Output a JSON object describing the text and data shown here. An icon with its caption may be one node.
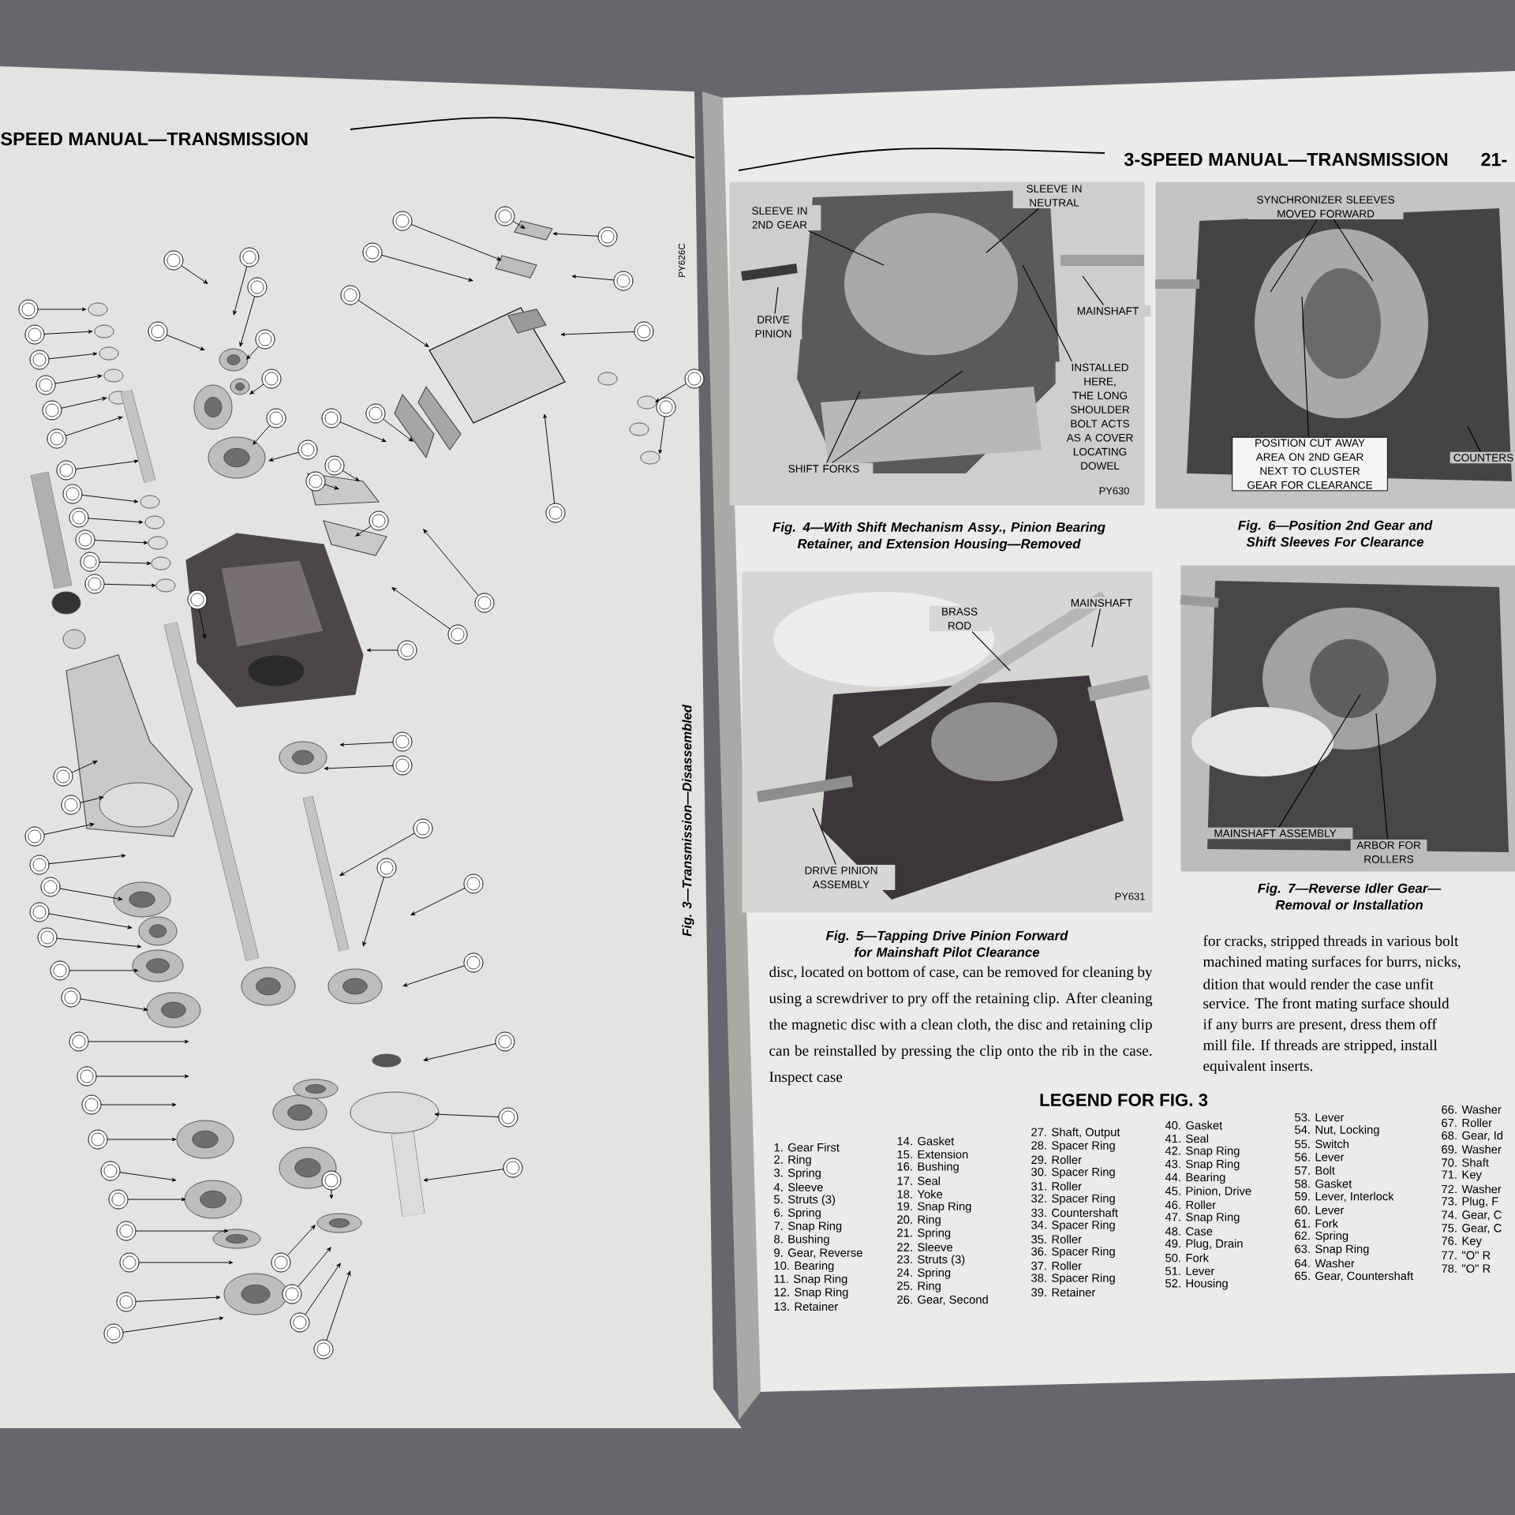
{
  "diagram": {
    "nodes": [
      {
        "text": [],
        "shape": "picture",
        "beside": [
          "Fig. 4—With Shift Mechanism Assy., Pinion Bearing Retainer, and Extension Housing—Removed"
        ]
      },
      {
        "text": [
          "SLEEVE IN 2ND GEAR"
        ],
        "in": 0
      },
      {
        "text": [
          "SLEEVE IN NEUTRAL"
        ],
        "in": 0
      },
      {
        "text": [
          "DRIVE PINION"
        ],
        "in": 0
      },
      {
        "text": [
          "MAINSHAFT"
        ],
        "in": 0
      },
      {
        "text": [
          "INSTALLED HERE, THE LONG SHOULDER BOLT ACTS AS A COVER LOCATING DOWEL"
        ],
        "in": 0
      },
      {
        "text": [
          "SHIFT FORKS"
        ],
        "in": 0
      },
      {
        "text": [],
        "shape": "picture",
        "beside": [
          "Fig. 6—Position 2nd Gear and Shift Sleeves For Clearance"
        ]
      },
      {
        "text": [
          "SYNCHRONIZER SLEEVES MOVED FORWARD"
        ],
        "in": 7
      },
      {
        "text": [
          "POSITION CUT AWAY AREA ON 2ND GEAR NEXT TO CLUSTER GEAR FOR CLEARANCE"
        ],
        "in": 7
      },
      {
        "text": [
          "COUNTERS"
        ],
        "in": 7
      },
      {
        "text": [],
        "shape": "picture",
        "beside": [
          "Fig. 5—Tapping Drive Pinion Forward for Mainshaft Pilot Clearance"
        ]
      },
      {
        "text": [
          "BRASS ROD"
        ],
        "in": 11
      },
      {
        "text": [
          "MAINSHAFT"
        ],
        "in": 11
      },
      {
        "text": [
          "DRIVE PINION ASSEMBLY"
        ],
        "in": 11
      },
      {
        "text": [],
        "shape": "picture",
        "beside": [
          "Fig. 7—Reverse Idler Gear—Removal or Installation"
        ]
      },
      {
        "text": [
          "MAINSHAFT ASSEMBLY"
        ],
        "in": 15
      },
      {
        "text": [
          "ARBOR FOR ROLLERS"
        ],
        "in": 15
      }
    ],
    "edges": [
      {
        "from": 1,
        "to": null,
        "arrow": "none"
      },
      {
        "from": 2,
        "to": null,
        "arrow": "none"
      },
      {
        "from": 3,
        "to": null,
        "arrow": "none"
      },
      {
        "from": 4,
        "to": null,
        "arrow": "none"
      },
      {
        "from": 5,
        "to": null,
        "arrow": "none"
      },
      {
        "from": 6,
        "to": null,
        "arrow": "none"
      },
      {
        "from": 6,
        "to": null,
        "arrow": "none"
      },
      {
        "from": 8,
        "to": null,
        "arrow": "none"
      },
      {
        "from": 8,
        "to": null,
        "arrow": "none"
      },
      {
        "from": 9,
        "to": null,
        "arrow": "none"
      },
      {
        "from": 10,
        "to": null,
        "arrow": "none"
      },
      {
        "from": 12,
        "to": null,
        "arrow": "none"
      },
      {
        "from": 13,
        "to": null,
        "arrow": "none"
      },
      {
        "from": 14,
        "to": null,
        "arrow": "none"
      },
      {
        "from": 16,
        "to": null,
        "arrow": "none"
      },
      {
        "from": 17,
        "to": null,
        "arrow": "none"
      }
    ],
    "labels": [
      "SPEED MANUAL—TRANSMISSION",
      "3-SPEED MANUAL—TRANSMISSION",
      "21-",
      "PY626C",
      "PY630",
      "Fig. 3—Transmission—Disassembled",
      "PY631",
      "disc, located on bottom of case, can be removed for cleaning by using a screwdriver to pry off the retaining clip. After cleaning the magnetic disc with a clean cloth, the disc and retaining clip can be reinstalled by pressing the clip onto the rib in the case. Inspect case",
      "for cracks, stripped threads in various bolt",
      "machined mating surfaces for burrs, nicks,",
      "dition that would render the case unfit",
      "service. The front mating surface should",
      "if any burrs are present, dress them off",
      "mill file. If threads are stripped, install",
      "equivalent inserts.",
      "LEGEND FOR FIG. 3",
      "1. Gear First",
      "2. Ring",
      "3. Spring",
      "4. Sleeve",
      "5. Struts (3)",
      "6. Spring",
      "7. Snap Ring",
      "8. Bushing",
      "9. Gear, Reverse",
      "10. Bearing",
      "11. Snap Ring",
      "12. Snap Ring",
      "13. Retainer",
      "14. Gasket",
      "15. Extension",
      "16. Bushing",
      "17. Seal",
      "18. Yoke",
      "19. Snap Ring",
      "20. Ring",
      "21. Spring",
      "22. Sleeve",
      "23. Struts (3)",
      "24. Spring",
      "25. Ring",
      "26. Gear, Second",
      "27. Shaft, Output",
      "28. Spacer Ring",
      "29. Roller",
      "30. Spacer Ring",
      "31. Roller",
      "32. Spacer Ring",
      "33. Countershaft",
      "34. Spacer Ring",
      "35. Roller",
      "36. Spacer Ring",
      "37. Roller",
      "38. Spacer Ring",
      "39. Retainer",
      "40. Gasket",
      "41. Seal",
      "42. Snap Ring",
      "43. Snap Ring",
      "44. Bearing",
      "45. Pinion, Drive",
      "46. Roller",
      "47. Snap Ring",
      "48. Case",
      "49. Plug, Drain",
      "50. Fork",
      "51. Lever",
      "52. Housing",
      "53. Lever",
      "54. Nut, Locking",
      "55. Switch",
      "56. Lever",
      "57. Bolt",
      "58. Gasket",
      "59. Lever, Interlock",
      "60. Lever",
      "61. Fork",
      "62. Spring",
      "63. Snap Ring",
      "64. Washer",
      "65. Gear, Countershaft",
      "66. Washer",
      "67. Roller",
      "68. Gear, Id",
      "69. Washer",
      "70. Shaft",
      "71. Key",
      "72. Washer",
      "73. Plug, F",
      "74. Gear, C",
      "75. Gear, C",
      "76. Key",
      "77. \"O\" R",
      "78. \"O\" R"
    ]
  }
}
